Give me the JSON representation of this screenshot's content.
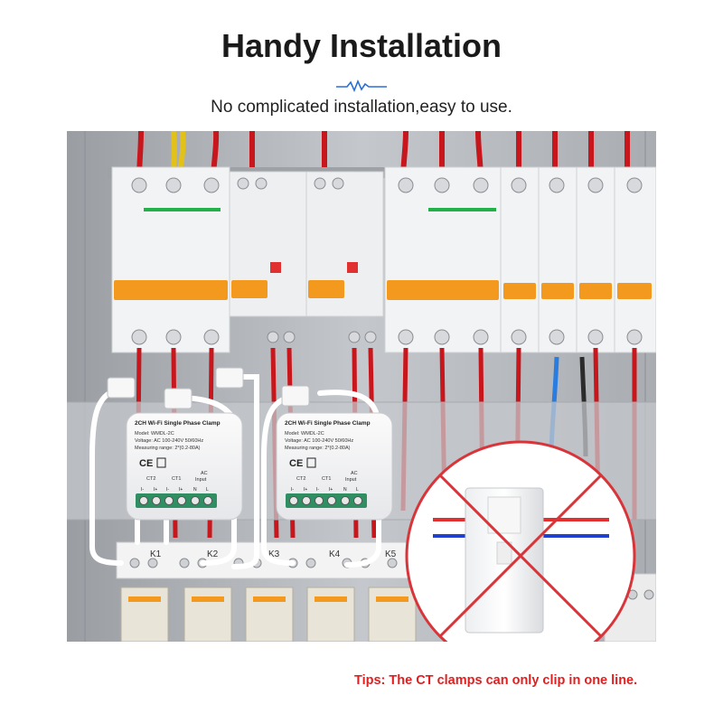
{
  "header": {
    "title": "Handy Installation",
    "subtitle": "No complicated installation,easy to use."
  },
  "modules": [
    {
      "name": "2CH Wi-Fi Single Phase Clamp",
      "model": "Model: WMDL-2C",
      "voltage": "Voltage: AC 100-240V 50/60Hz",
      "range": "Measuring range: 2*(0.2-80A)",
      "ce": "CE",
      "port_ct2": "CT2",
      "port_ct1": "CT1",
      "port_ac": "AC",
      "port_input": "Input",
      "pins": [
        "I-",
        "I+",
        "I-",
        "I+",
        "N",
        "L"
      ]
    },
    {
      "name": "2CH Wi-Fi Single Phase Clamp",
      "model": "Model: WMDL-2C",
      "voltage": "Voltage: AC 100-240V 50/60Hz",
      "range": "Measuring range: 2*(0.2-80A)",
      "ce": "CE",
      "port_ct2": "CT2",
      "port_ct1": "CT1",
      "port_ac": "AC",
      "port_input": "Input",
      "pins": [
        "I-",
        "I+",
        "I-",
        "I+",
        "N",
        "L"
      ]
    }
  ],
  "relay_labels": [
    "K1",
    "K2",
    "K3",
    "K4",
    "K5"
  ],
  "tips": {
    "text": "Tips: The CT clamps can only clip in one line."
  },
  "colors": {
    "title": "#1a1a1a",
    "tips": "#e02020",
    "wire_red": "#c8161d",
    "wire_blue": "#1e50c8",
    "breaker_orange": "#f39a1e",
    "panel_bg": "#b8bcc0",
    "terminal_green": "#2f8f62"
  }
}
